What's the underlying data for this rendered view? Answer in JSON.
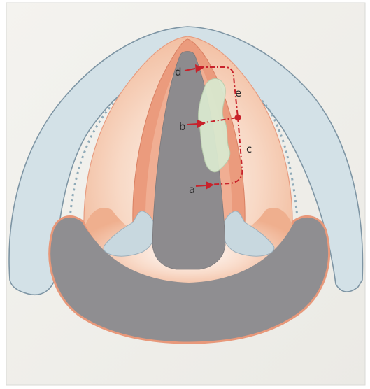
{
  "figure": {
    "labels": {
      "a": "a",
      "b": "b",
      "c": "c",
      "d": "d",
      "e": "e"
    },
    "colors": {
      "background": "#f1f0ec",
      "cartilage": "#cfdde3",
      "cartilage_edge": "#8ea4b2",
      "mucosa": "#f3c2a4",
      "mucosa_edge": "#e2896a",
      "fold": "#e7987a",
      "airway": "#8e8c8f",
      "lesion": "#d7e7cc",
      "marker": "#c8222b"
    }
  }
}
